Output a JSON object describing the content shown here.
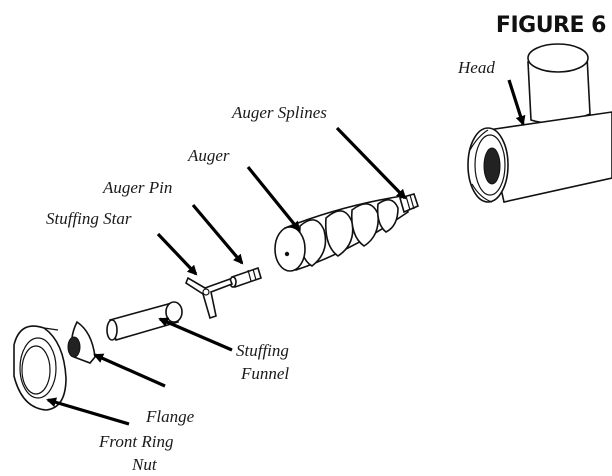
{
  "figure_label": "FIGURE 6",
  "labels": {
    "head": "Head",
    "auger_splines": "Auger Splines",
    "auger": "Auger",
    "auger_pin": "Auger Pin",
    "stuffing_star": "Stuffing Star",
    "stuffing_funnel_line1": "Stuffing",
    "stuffing_funnel_line2": "Funnel",
    "flange": "Flange",
    "front_ring_nut_line1": "Front Ring",
    "front_ring_nut_line2": "Nut"
  }
}
